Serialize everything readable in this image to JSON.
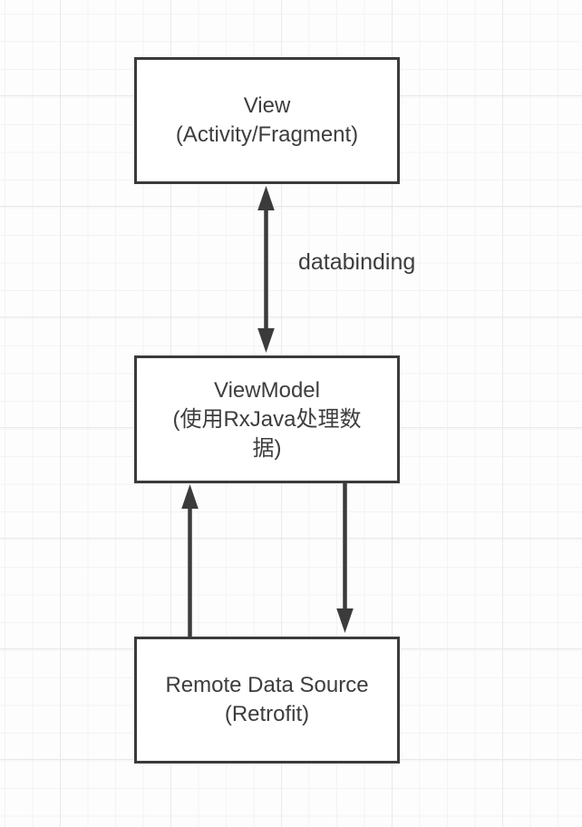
{
  "diagram": {
    "boxes": [
      {
        "id": "view",
        "lines": [
          "View",
          "(Activity/Fragment)"
        ]
      },
      {
        "id": "viewmodel",
        "lines": [
          "ViewModel",
          "(使用RxJava处理数",
          "据)"
        ]
      },
      {
        "id": "remote-data-source",
        "lines": [
          "Remote Data Source",
          "(Retrofit)"
        ]
      }
    ],
    "labels": {
      "databinding": "databinding"
    },
    "connections": [
      {
        "from": "View",
        "to": "ViewModel",
        "style": "double-headed-arrow",
        "label": "databinding"
      },
      {
        "from": "Remote Data Source",
        "to": "ViewModel",
        "style": "arrow-up"
      },
      {
        "from": "ViewModel",
        "to": "Remote Data Source",
        "style": "arrow-down"
      }
    ],
    "colors": {
      "stroke": "#3b3b3b",
      "text": "#3d3d3d",
      "box_fill": "#ffffff",
      "background": "#fdfdfd",
      "grid_minor": "#f3f3f3",
      "grid_major": "#e9e9e9"
    }
  }
}
